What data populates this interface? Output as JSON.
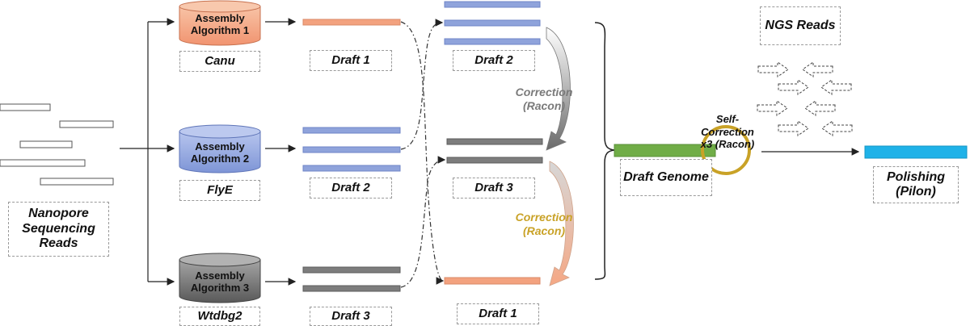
{
  "input": {
    "label": "Nanopore Sequencing Reads"
  },
  "assemblers": [
    {
      "name": "Assembly Algorithm 1",
      "tool": "Canu",
      "color": "#f3a27f"
    },
    {
      "name": "Assembly Algorithm 2",
      "tool": "FlyE",
      "color": "#8fa3db"
    },
    {
      "name": "Assembly Algorithm 3",
      "tool": "Wtdbg2",
      "color": "#7d7d7d"
    }
  ],
  "drafts_left": [
    "Draft 1",
    "Draft 2",
    "Draft 3"
  ],
  "drafts_right": [
    "Draft 2",
    "Draft 3",
    "Draft 1"
  ],
  "corrections": [
    {
      "text": "Correction (Racon)",
      "color": "#7a7a7a"
    },
    {
      "text": "Correction (Racon)",
      "color": "#c9a227"
    }
  ],
  "draft_genome": {
    "label": "Draft Genome",
    "color": "#70ad47"
  },
  "self_correction": {
    "text": "Self- Correction x3 (Racon)",
    "ring_color": "#c9a227"
  },
  "ngs": {
    "label": "NGS Reads"
  },
  "polishing": {
    "label": "Polishing (Pilon)",
    "color": "#1fb2e8"
  },
  "colors": {
    "canu": "#f3a27f",
    "flye": "#8fa3db",
    "wtdbg2": "#7d7d7d"
  }
}
